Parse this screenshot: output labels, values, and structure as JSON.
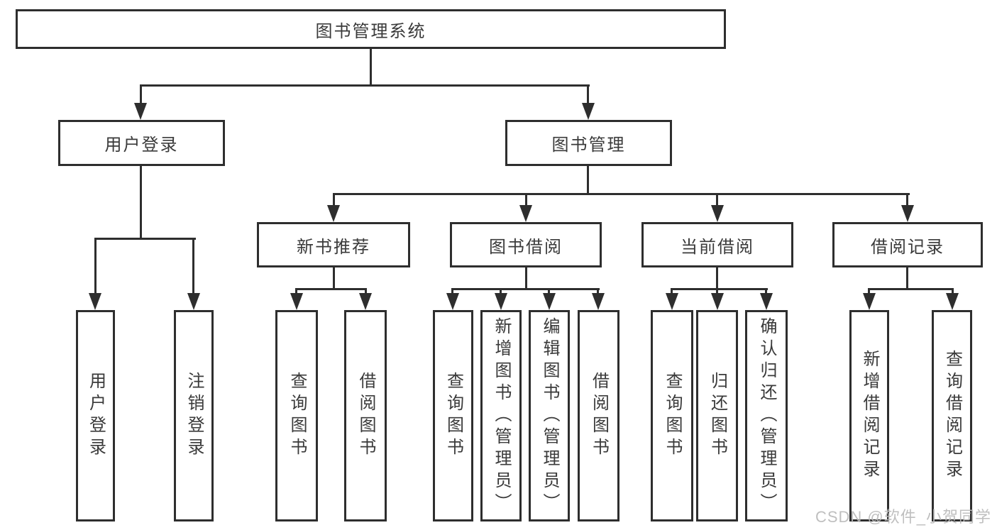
{
  "tree": {
    "label": "图书管理系统",
    "children": [
      {
        "label": "用户登录",
        "children": [
          {
            "label": "用户登录"
          },
          {
            "label": "注销登录"
          }
        ]
      },
      {
        "label": "图书管理",
        "children": [
          {
            "label": "新书推荐",
            "children": [
              {
                "label": "查询图书"
              },
              {
                "label": "借阅图书"
              }
            ]
          },
          {
            "label": "图书借阅",
            "children": [
              {
                "label": "查询图书"
              },
              {
                "label": "新增图书（管理员）"
              },
              {
                "label": "编辑图书（管理员）"
              },
              {
                "label": "借阅图书"
              }
            ]
          },
          {
            "label": "当前借阅",
            "children": [
              {
                "label": "查询图书"
              },
              {
                "label": "归还图书"
              },
              {
                "label": "确认归还（管理员）"
              }
            ]
          },
          {
            "label": "借阅记录",
            "children": [
              {
                "label": "新增借阅记录"
              },
              {
                "label": "查询借阅记录"
              }
            ]
          }
        ]
      }
    ]
  },
  "watermark": {
    "text": "CSDN @软件_小贺同学"
  },
  "colors": {
    "line": "#2e2e2e",
    "text": "#3a3a3a",
    "watermark": "#bababa",
    "bg": "#ffffff"
  }
}
